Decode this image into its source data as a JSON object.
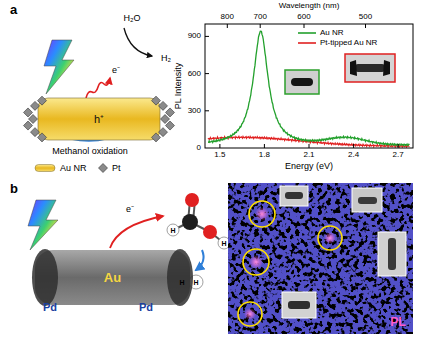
{
  "diagram": {
    "nodes": [
      {
        "text": [
          "h⁺"
        ]
      },
      {
        "text": [
          "Au"
        ]
      }
    ],
    "labels": [
      "a",
      "H₂O",
      "e⁻",
      "H₂",
      "Methanol oxidation",
      "Wavelength (nm)",
      "800",
      "700",
      "600",
      "500",
      "PL Intensity",
      "0",
      "300",
      "600",
      "900",
      "1.5",
      "1.8",
      "2.1",
      "2.4",
      "2.7",
      "Energy (eV)",
      "b",
      "e⁻",
      "Pd",
      "Pd",
      "H",
      "H",
      "H",
      "H",
      "PL"
    ],
    "legend": [
      {
        "text": "Au NR"
      },
      {
        "text": "Pt"
      },
      {
        "text": "Au NR"
      },
      {
        "text": "Pt-tipped Au NR"
      }
    ]
  }
}
